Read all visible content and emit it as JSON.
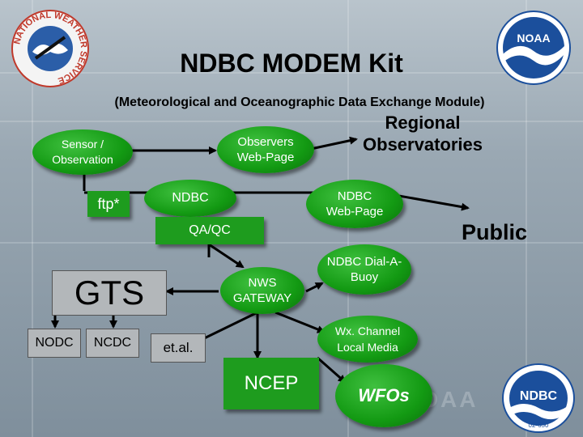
{
  "header": {
    "title": "NDBC MODEM Kit",
    "subtitle": "(Meteorological and Oceanographic Data Exchange Module)"
  },
  "logos": {
    "nws_text": "NATIONAL WEATHER SERVICE",
    "noaa_text": "NOAA",
    "ndbc_text": "NDBC",
    "ndbc_code": "02-650",
    "watermark": "NOAA"
  },
  "nodes": {
    "sensor": "Sensor / Observation",
    "observers": "Observers Web-Page",
    "regional": "Regional Observatories",
    "ftp": "ftp*",
    "ndbc_qaqc_top": "NDBC",
    "ndbc_qaqc_bottom": "QA/QC",
    "ndbc_web": "NDBC Web-Page",
    "public": "Public",
    "gts": "GTS",
    "nws_gateway": "NWS GATEWAY",
    "dial_a_buoy": "NDBC Dial-A-Buoy",
    "nodc": "NODC",
    "ncdc": "NCDC",
    "etal": "et.al.",
    "wx_channel": "Wx. Channel Local Media",
    "ncep": "NCEP",
    "wfos": "WFOs"
  },
  "colors": {
    "node_green": "#139a13",
    "arrow": "#000000",
    "gray_box": "#b3b7ba"
  }
}
